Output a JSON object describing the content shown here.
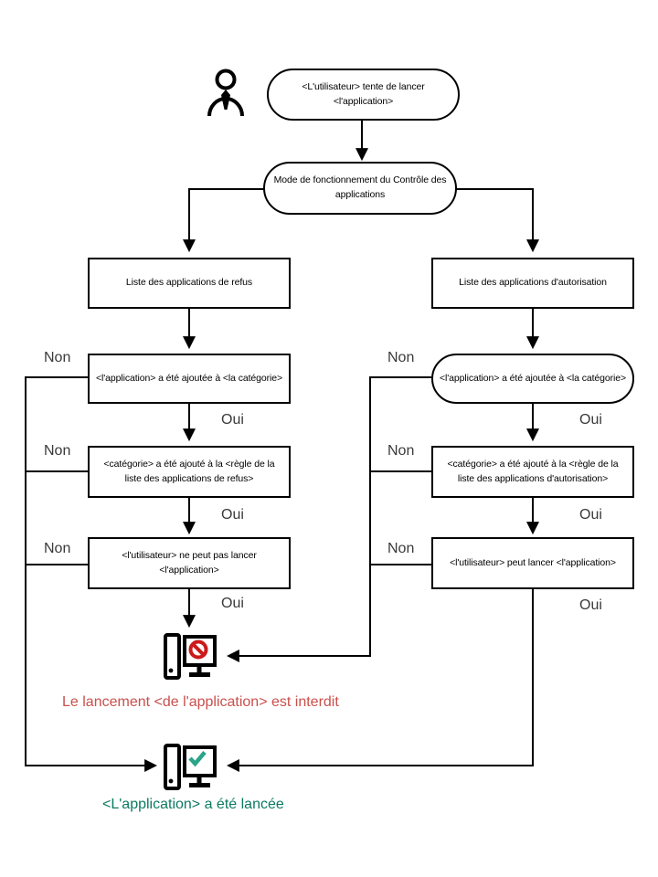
{
  "flow": {
    "start": "<L'utilisateur> tente de lancer <l'application>",
    "mode": "Mode de fonctionnement du Contrôle des applications",
    "deny": {
      "list": "Liste des applications de refus",
      "q1": "<l'application> a été ajoutée à <la catégorie>",
      "q2": "<catégorie> a été ajouté à la <règle de la liste des applications de refus>",
      "q3": "<l'utilisateur> ne peut pas lancer <l'application>"
    },
    "allow": {
      "list": "Liste des applications d'autorisation",
      "q1": "<l'application> a été ajoutée à <la catégorie>",
      "q2": "<catégorie> a été ajouté à la <règle de la liste des applications d'autorisation>",
      "q3": "<l'utilisateur> peut lancer <l'application>"
    },
    "labels": {
      "yes": "Oui",
      "no": "Non"
    },
    "results": {
      "blocked": "Le lancement <de l'application> est interdit",
      "launched": "<L'application> a été lancée"
    },
    "icons": {
      "actor": "person-icon",
      "blocked": "computer-blocked-icon",
      "launched": "computer-launched-icon"
    },
    "colors": {
      "line": "#000000",
      "blocked_sign": "#CC1A1A",
      "blocked_text": "#C9504C",
      "launched_check": "#2BA48A",
      "launched_text": "#0C7A62"
    }
  }
}
